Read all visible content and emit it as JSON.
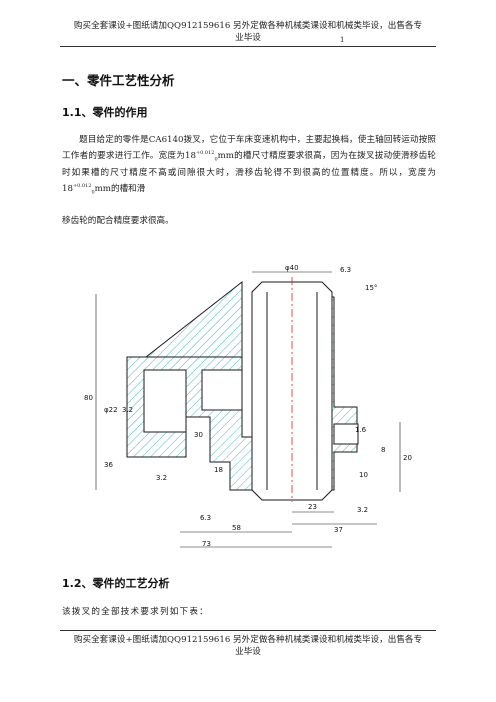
{
  "header": {
    "line1": "购买全套课设+图纸请加QQ912159616 另外定做各种机械类课设和机械类毕设，出售各专",
    "line2": "业毕设",
    "page_number": "1"
  },
  "section": {
    "title": "一、零件工艺性分析"
  },
  "subsection1": {
    "title": "1.1、零件的作用",
    "paragraph": {
      "part1": "题目给定的零件是CA6140拨叉，它位于车床变速机构中，主要起换档，使主轴回转运动按照工作者的要求进行工作。宽度为18",
      "tol": "+0.012",
      "tol_low": "0",
      "part2": "mm的槽尺寸精度要求很高，因为在拨叉拔动使滑移齿轮时如果槽的尺寸精度不高或间隙很大时，滑移齿轮得不到很高的位置精度。所以，宽度为18",
      "part3": "mm的槽和滑",
      "line_last": "移齿轮的配合精度要求很高。"
    }
  },
  "drawing": {
    "dim_top": "φ40",
    "dim_left_total": "80",
    "dim_left_hole": "φ22",
    "dim_left_lower": "36",
    "dim_mid_a": "30",
    "dim_mid_b": "18",
    "dim_right_20": "20",
    "dim_right_10": "10",
    "dim_right_8": "8",
    "dim_bottom_23": "23",
    "dim_bottom_37": "37",
    "dim_bottom_58": "58",
    "dim_bottom_73": "73",
    "rough_top": "6.3",
    "rough_left": "3.2",
    "rough_bottom_left": "3.2",
    "rough_bottom_mid": "6.3",
    "rough_right": "1.6",
    "rough_right_low": "3.2",
    "angle": "15°"
  },
  "subsection2": {
    "title": "1.2、零件的工艺分析",
    "intro": "该拨叉的全部技术要求列如下表："
  },
  "footer": {
    "line1": "购买全套课设+图纸请加QQ912159616 另外定做各种机械类课设和机械类毕设，出售各专",
    "line2": "业毕设"
  }
}
